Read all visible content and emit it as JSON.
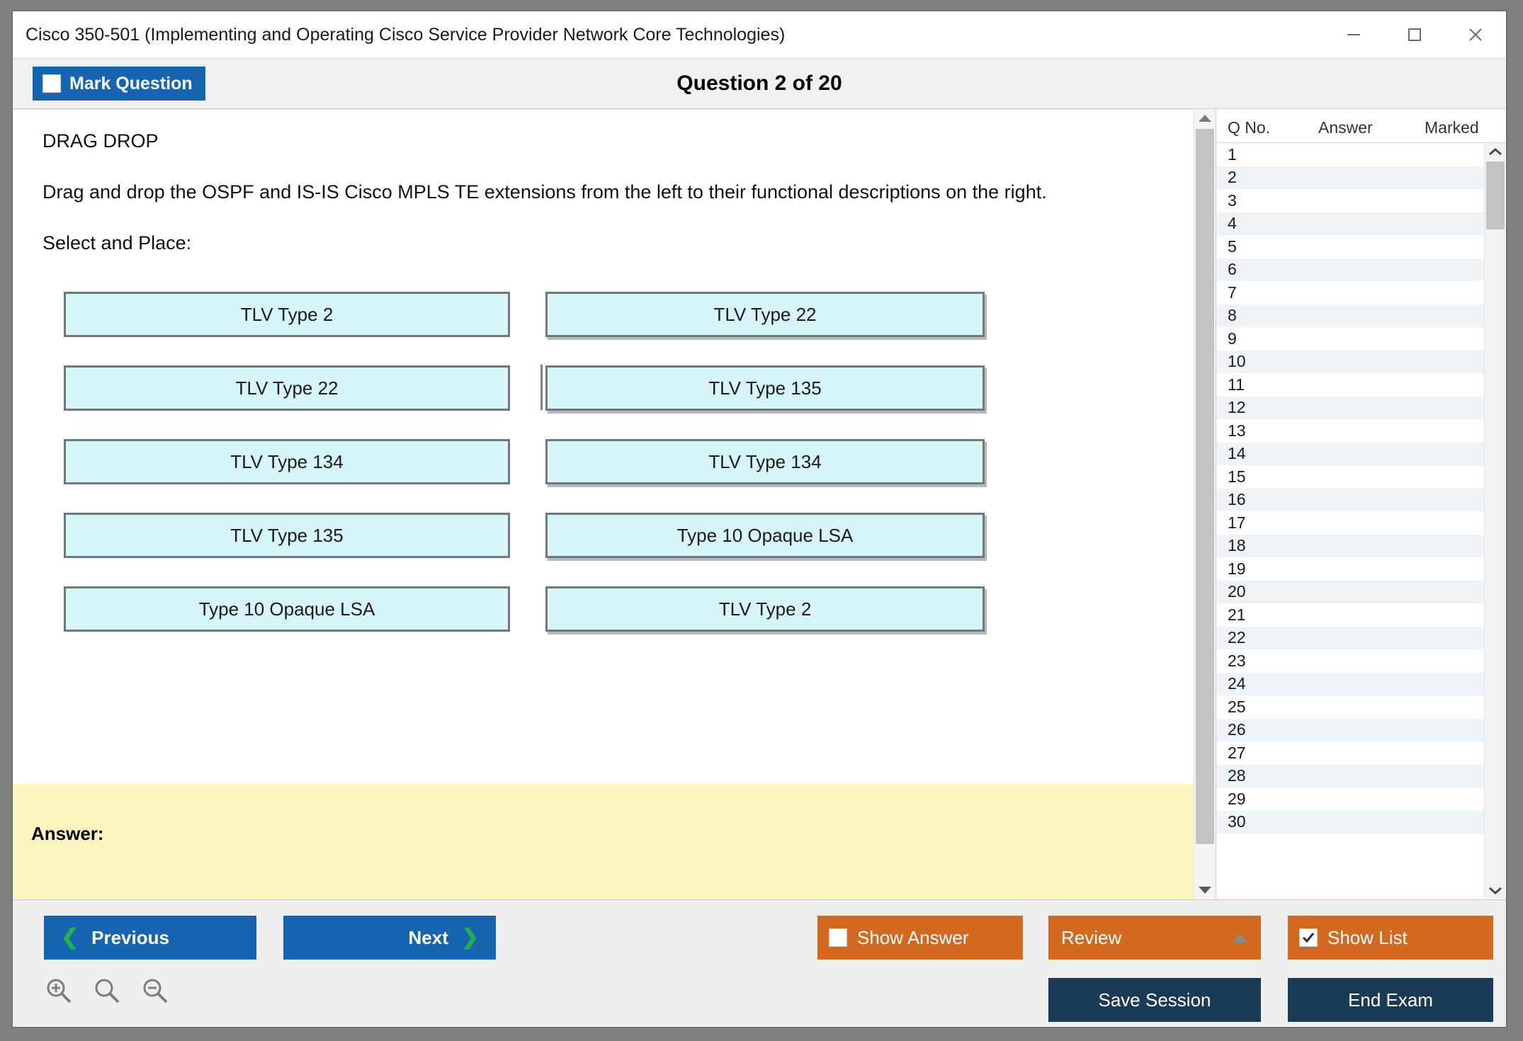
{
  "window": {
    "title": "Cisco 350-501 (Implementing and Operating Cisco Service Provider Network Core Technologies)",
    "controls": {
      "minimize": "minimize-icon",
      "maximize": "maximize-icon",
      "close": "close-icon"
    }
  },
  "header": {
    "mark_label": "Mark Question",
    "mark_checked": false,
    "question_title": "Question 2 of 20"
  },
  "question": {
    "type_label": "DRAG DROP",
    "prompt": "Drag and drop the OSPF and IS-IS Cisco MPLS TE extensions from the left to their functional descriptions on the right.",
    "instruction": "Select and Place:",
    "left_items": [
      {
        "label": "TLV Type 2"
      },
      {
        "label": "TLV Type 22"
      },
      {
        "label": "TLV Type 134"
      },
      {
        "label": "TLV Type 135"
      },
      {
        "label": "Type 10 Opaque LSA"
      }
    ],
    "right_items": [
      {
        "label": "TLV Type 22",
        "ghost": false
      },
      {
        "label": "TLV Type 135",
        "ghost": true
      },
      {
        "label": "TLV Type 134",
        "ghost": false
      },
      {
        "label": "Type 10 Opaque LSA",
        "ghost": false
      },
      {
        "label": "TLV Type 2",
        "ghost": false
      }
    ]
  },
  "answer_panel": {
    "label": "Answer:",
    "value": ""
  },
  "question_list": {
    "columns": [
      "Q No.",
      "Answer",
      "Marked"
    ],
    "rows": [
      {
        "no": "1",
        "answer": "",
        "marked": ""
      },
      {
        "no": "2",
        "answer": "",
        "marked": ""
      },
      {
        "no": "3",
        "answer": "",
        "marked": ""
      },
      {
        "no": "4",
        "answer": "",
        "marked": ""
      },
      {
        "no": "5",
        "answer": "",
        "marked": ""
      },
      {
        "no": "6",
        "answer": "",
        "marked": ""
      },
      {
        "no": "7",
        "answer": "",
        "marked": ""
      },
      {
        "no": "8",
        "answer": "",
        "marked": ""
      },
      {
        "no": "9",
        "answer": "",
        "marked": ""
      },
      {
        "no": "10",
        "answer": "",
        "marked": ""
      },
      {
        "no": "11",
        "answer": "",
        "marked": ""
      },
      {
        "no": "12",
        "answer": "",
        "marked": ""
      },
      {
        "no": "13",
        "answer": "",
        "marked": ""
      },
      {
        "no": "14",
        "answer": "",
        "marked": ""
      },
      {
        "no": "15",
        "answer": "",
        "marked": ""
      },
      {
        "no": "16",
        "answer": "",
        "marked": ""
      },
      {
        "no": "17",
        "answer": "",
        "marked": ""
      },
      {
        "no": "18",
        "answer": "",
        "marked": ""
      },
      {
        "no": "19",
        "answer": "",
        "marked": ""
      },
      {
        "no": "20",
        "answer": "",
        "marked": ""
      },
      {
        "no": "21",
        "answer": "",
        "marked": ""
      },
      {
        "no": "22",
        "answer": "",
        "marked": ""
      },
      {
        "no": "23",
        "answer": "",
        "marked": ""
      },
      {
        "no": "24",
        "answer": "",
        "marked": ""
      },
      {
        "no": "25",
        "answer": "",
        "marked": ""
      },
      {
        "no": "26",
        "answer": "",
        "marked": ""
      },
      {
        "no": "27",
        "answer": "",
        "marked": ""
      },
      {
        "no": "28",
        "answer": "",
        "marked": ""
      },
      {
        "no": "29",
        "answer": "",
        "marked": ""
      },
      {
        "no": "30",
        "answer": "",
        "marked": ""
      }
    ]
  },
  "footer": {
    "previous": "Previous",
    "next": "Next",
    "show_answer": "Show Answer",
    "show_answer_checked": false,
    "review": "Review",
    "show_list": "Show List",
    "show_list_checked": true,
    "save_session": "Save Session",
    "end_exam": "End Exam",
    "zoom_icons": [
      "zoom-in-icon",
      "zoom-reset-icon",
      "zoom-out-icon"
    ]
  },
  "colors": {
    "accent_blue": "#1565b0",
    "accent_orange": "#d2691e",
    "accent_dark": "#1b3a55",
    "chevron_green": "#22b14c",
    "drag_box_fill": "#d5f5f9",
    "drag_box_border": "#6f797b",
    "answer_panel_bg": "#fbf6bf"
  }
}
